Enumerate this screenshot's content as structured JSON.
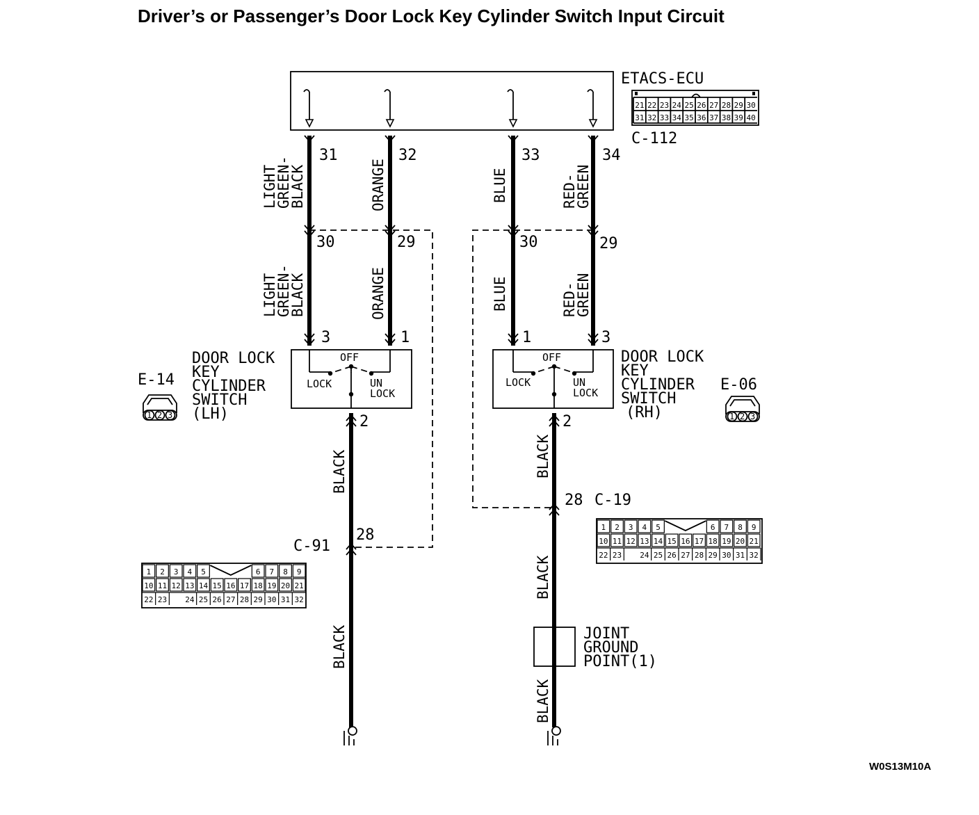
{
  "title": "Driver’s or Passenger’s Door Lock Key Cylinder Switch Input Circuit",
  "drawing_code": "W0S13M10A",
  "ecu": {
    "name": "ETACS-ECU",
    "connector": "C-112",
    "pins_row1": [
      "21",
      "22",
      "23",
      "24",
      "25",
      "26",
      "27",
      "28",
      "29",
      "30"
    ],
    "pins_row2": [
      "31",
      "32",
      "33",
      "34",
      "35",
      "36",
      "37",
      "38",
      "39",
      "40"
    ]
  },
  "ecu_pins": [
    "31",
    "32",
    "33",
    "34"
  ],
  "wires_upper": {
    "w1": [
      "LIGHT",
      "GREEN-",
      "BLACK"
    ],
    "w2": [
      "ORANGE"
    ],
    "w3": [
      "BLUE"
    ],
    "w4": [
      "RED-",
      "GREEN"
    ]
  },
  "intermediate_pins": [
    "30",
    "29",
    "30",
    "29"
  ],
  "wires_lower": {
    "w1": [
      "LIGHT",
      "GREEN-",
      "BLACK"
    ],
    "w2": [
      "ORANGE"
    ],
    "w3": [
      "BLUE"
    ],
    "w4": [
      "RED-",
      "GREEN"
    ]
  },
  "switch_pins_lh": {
    "left": "3",
    "right": "1",
    "bottom": "2"
  },
  "switch_pins_rh": {
    "left": "1",
    "right": "3",
    "bottom": "2"
  },
  "switch_lh": {
    "name": [
      "DOOR LOCK",
      "KEY",
      "CYLINDER",
      "SWITCH",
      "(LH)"
    ],
    "connector": "E-14",
    "off": "OFF",
    "lock": "LOCK",
    "unlock": [
      "UN",
      "LOCK"
    ]
  },
  "switch_rh": {
    "name": [
      "DOOR LOCK",
      "KEY",
      "CYLINDER",
      "SWITCH",
      "(RH)"
    ],
    "connector": "E-06",
    "off": "OFF",
    "lock": "LOCK",
    "unlock": [
      "UN",
      "LOCK"
    ]
  },
  "three_pin_connector": [
    "1",
    "2",
    "3"
  ],
  "left_ground_path": {
    "wire": "BLACK",
    "junction_pin": "28",
    "junction_connector": "C-91",
    "wire_below": "BLACK"
  },
  "right_ground_path": {
    "wire": "BLACK",
    "junction_pin": "28",
    "junction_connector": "C-19",
    "wire_below": "BLACK",
    "joint_ground": [
      "JOINT",
      "GROUND",
      "POINT(1)"
    ],
    "wire_final": "BLACK"
  },
  "connector_32pin": {
    "row1": [
      "1",
      "2",
      "3",
      "4",
      "5",
      "6",
      "7",
      "8",
      "9"
    ],
    "row2": [
      "10",
      "11",
      "12",
      "13",
      "14",
      "15",
      "16",
      "17",
      "18",
      "19",
      "20",
      "21"
    ],
    "row3": [
      "22",
      "23",
      "24",
      "25",
      "26",
      "27",
      "28",
      "29",
      "30",
      "31",
      "32"
    ]
  }
}
